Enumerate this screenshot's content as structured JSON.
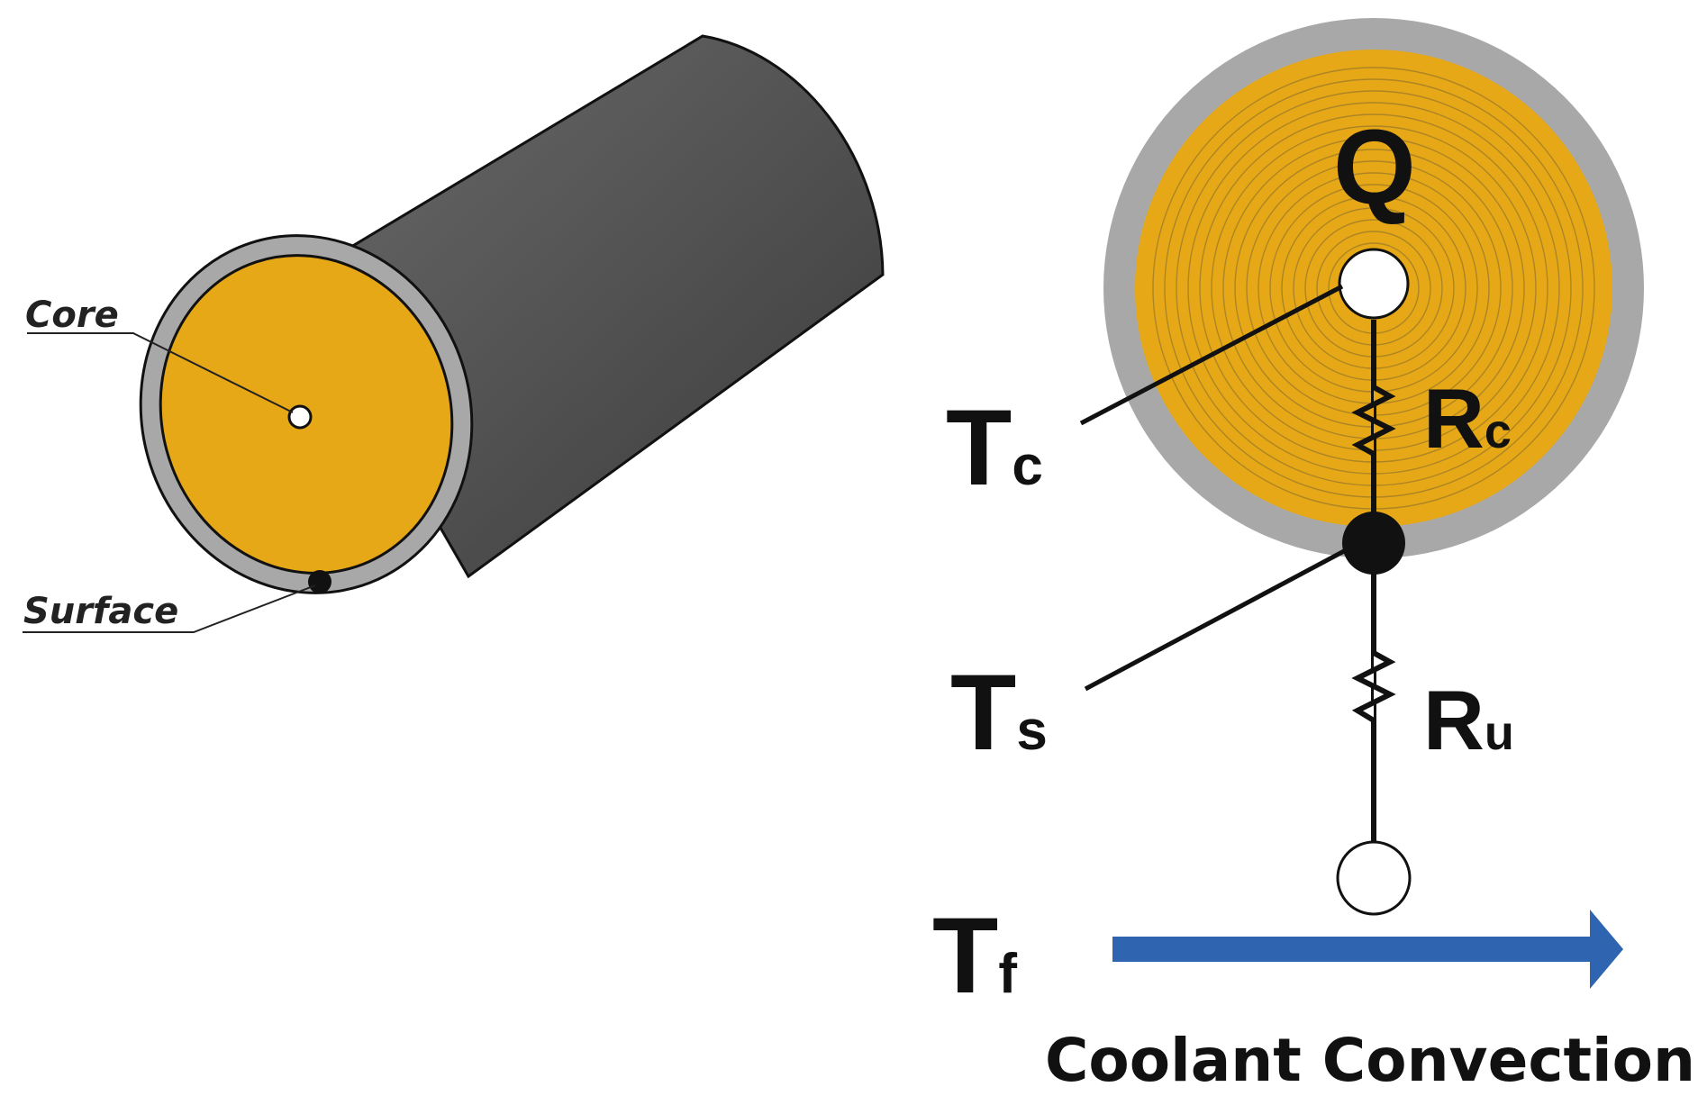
{
  "cylinder": {
    "core_label": "Core",
    "surface_label": "Surface"
  },
  "network": {
    "heat_label": "Q",
    "core_temp": {
      "main": "T",
      "sub": "c"
    },
    "surface_temp": {
      "main": "T",
      "sub": "s"
    },
    "fluid_temp": {
      "main": "T",
      "sub": "f"
    },
    "core_resistance": {
      "main": "R",
      "sub": "c"
    },
    "convection_resistance": {
      "main": "R",
      "sub": "u"
    },
    "caption": "Coolant Convection"
  },
  "colors": {
    "jelly_roll": "#E6A817",
    "casing": "#A8A8A8",
    "cylinder_body": "#505050",
    "arrow": "#2E64B0",
    "line": "#111111"
  }
}
